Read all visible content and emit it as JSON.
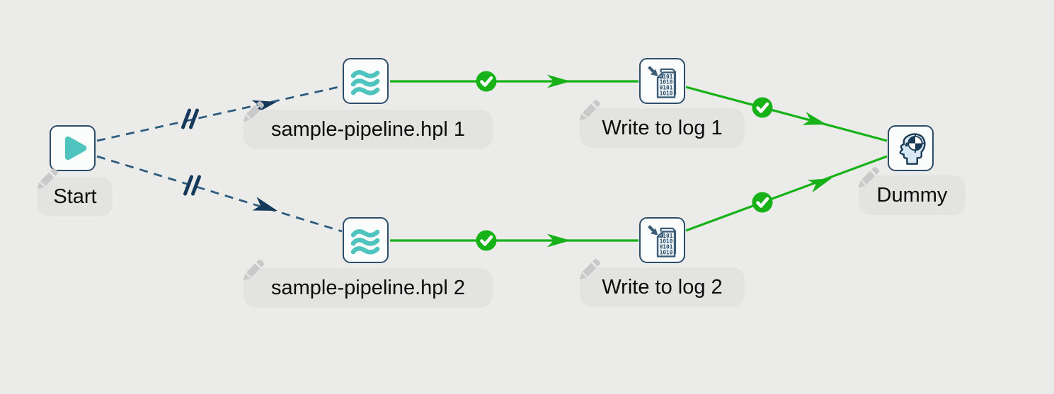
{
  "canvas": {
    "background": "#ebebea"
  },
  "colors": {
    "node_border": "#2c4e6a",
    "node_background": "#fbfcfc",
    "teal_accent": "#4fc4bf",
    "success_green": "#17b217",
    "dashed_hop_blue": "#2e5c7e",
    "hop_marker_navy": "#14395a",
    "label_pill_gray": "#e3e3e2",
    "label_text": "#0b0b0b",
    "pencil_gray": "#c8c8c8",
    "dummy_head_fill": "#d9e8f5",
    "icon_outline_navy": "#1a3a55"
  },
  "nodes": [
    {
      "id": "start",
      "label": "Start",
      "icon": "play-icon"
    },
    {
      "id": "pipeline-1",
      "label": "sample-pipeline.hpl 1",
      "icon": "waves-icon"
    },
    {
      "id": "write-to-log-1",
      "label": "Write to log 1",
      "icon": "binary-document-icon"
    },
    {
      "id": "pipeline-2",
      "label": "sample-pipeline.hpl 2",
      "icon": "waves-icon"
    },
    {
      "id": "write-to-log-2",
      "label": "Write to log 2",
      "icon": "binary-document-icon"
    },
    {
      "id": "dummy",
      "label": "Dummy",
      "icon": "head-target-icon"
    }
  ],
  "icons": {
    "binary_document_lines": [
      "0101",
      "1010",
      "0101",
      "1010"
    ]
  },
  "connections": [
    {
      "from": "Start",
      "to": "sample-pipeline.hpl 1",
      "line": "dashed",
      "marker": "parallel-execution"
    },
    {
      "from": "Start",
      "to": "sample-pipeline.hpl 2",
      "line": "dashed",
      "marker": "parallel-execution"
    },
    {
      "from": "sample-pipeline.hpl 1",
      "to": "Write to log 1",
      "line": "solid",
      "status": "success"
    },
    {
      "from": "sample-pipeline.hpl 2",
      "to": "Write to log 2",
      "line": "solid",
      "status": "success"
    },
    {
      "from": "Write to log 1",
      "to": "Dummy",
      "line": "solid",
      "status": "success"
    },
    {
      "from": "Write to log 2",
      "to": "Dummy",
      "line": "solid",
      "status": "success"
    }
  ]
}
